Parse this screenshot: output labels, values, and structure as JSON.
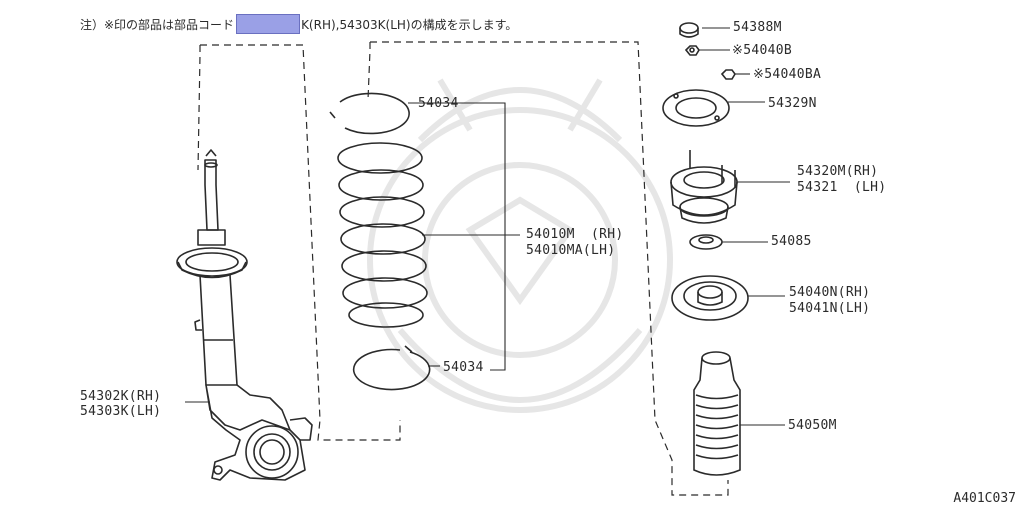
{
  "note": {
    "before": "注）※印の部品は部品コード",
    "after": "K(RH),54303K(LH)の構成を示します。"
  },
  "labels": {
    "p54388M": "54388M",
    "p54040B": "※54040B",
    "p54040BA": "※54040BA",
    "p54329N": "54329N",
    "p54320M_rh": "54320M(RH)",
    "p54321_lh": "54321  (LH)",
    "p54085": "54085",
    "p54040N_rh": "54040N(RH)",
    "p54041N_lh": "54041N(LH)",
    "p54050M": "54050M",
    "p54034_top": "54034",
    "p54010M_rh": "54010M  (RH)",
    "p54010MA_lh": "54010MA(LH)",
    "p54034_bottom": "54034",
    "p54302K_rh": "54302K(RH)",
    "p54303K_lh": "54303K(LH)"
  },
  "diagram_code": "A401C037",
  "colors": {
    "line": "#2b2b2b",
    "highlight": "#9aa0e6",
    "watermark": "#e6e6e6"
  }
}
